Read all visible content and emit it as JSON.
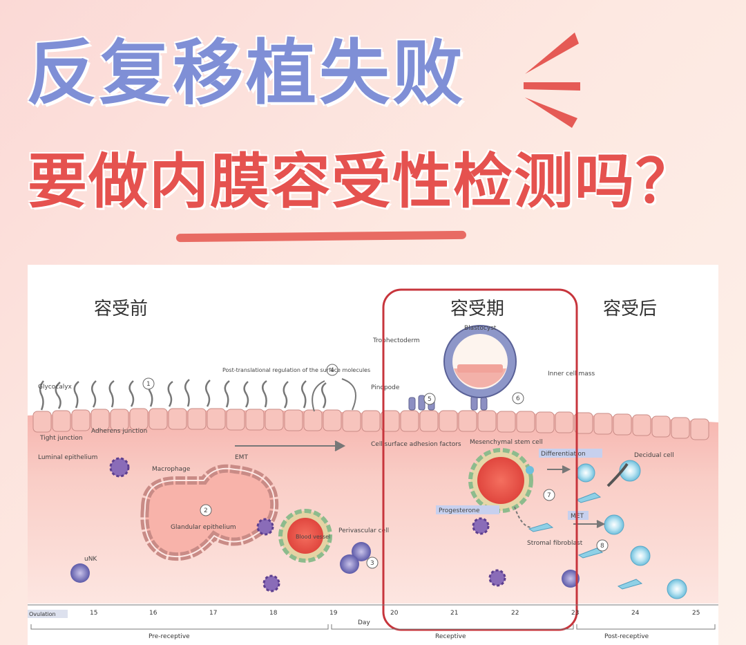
{
  "headline": {
    "line1": "反复移植失败",
    "line2": "要做内膜容受性检测吗？"
  },
  "phases": {
    "pre": "容受前",
    "window": "容受期",
    "post": "容受后"
  },
  "labels": {
    "glycocalyx": "Glycocalyx",
    "tight_junction": "Tight junction",
    "adherens_junction": "Adherens junction",
    "luminal_epithelium": "Luminal epithelium",
    "post_translational": "Post-translational regulation of the surface molecules",
    "pinopode": "Pinopode",
    "trophectoderm": "Trophectoderm",
    "blastocyst": "Blastocyst",
    "inner_cell_mass": "Inner cell mass",
    "cell_surface": "Cell surface adhesion factors",
    "emt": "EMT",
    "macrophage": "Macrophage",
    "glandular": "Glandular epithelium",
    "perivascular": "Perivascular cell",
    "blood_vessel": "Blood vessel",
    "unk": "uNK",
    "mesenchymal": "Mesenchymal stem cell",
    "differentiation": "Differentiation",
    "decidual": "Decidual cell",
    "progesterone": "Progesterone",
    "stromal": "Stromal fibroblast",
    "met": "MET"
  },
  "steps": [
    "1",
    "2",
    "3",
    "4",
    "5",
    "6",
    "7",
    "8"
  ],
  "axis": {
    "start_tag": "Ovulation",
    "ticks": [
      "15",
      "16",
      "17",
      "18",
      "19",
      "20",
      "21",
      "22",
      "23",
      "24",
      "25"
    ],
    "title": "Day",
    "phase_pre": "Pre-receptive",
    "phase_window": "Receptive",
    "phase_post": "Post-receptive"
  },
  "colors": {
    "title_blue": "#7f8fd6",
    "title_red": "#e5524f",
    "highlight_red": "#c7353c"
  }
}
